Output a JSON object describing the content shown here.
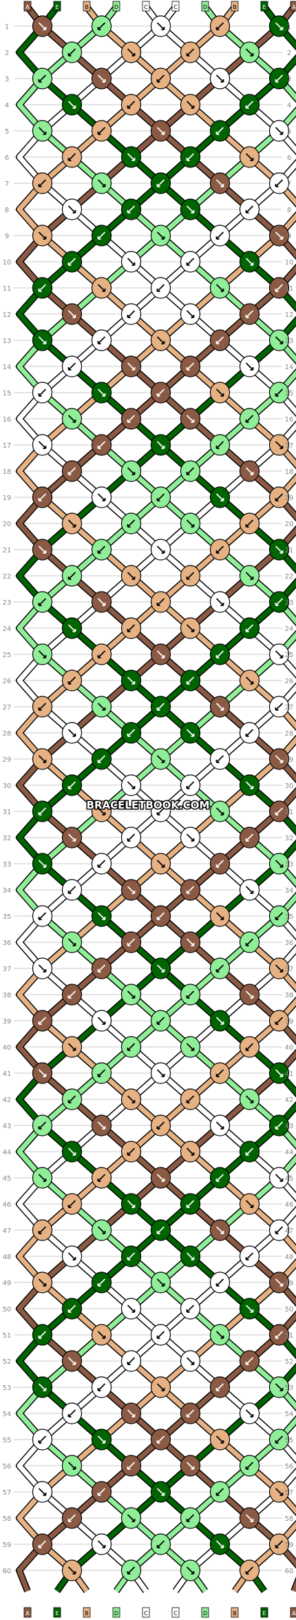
{
  "pattern": {
    "watermark": "BRACELETBOOK.COM",
    "strings_top": [
      "A",
      "E",
      "B",
      "D",
      "C",
      "C",
      "D",
      "B",
      "E",
      "A"
    ],
    "strings_bottom": [
      "A",
      "E",
      "B",
      "D",
      "C",
      "C",
      "D",
      "B",
      "E",
      "A"
    ],
    "row_labels": [
      "1",
      "2",
      "3",
      "4",
      "5",
      "6",
      "7",
      "8",
      "9",
      "10",
      "11",
      "12",
      "13",
      "14",
      "15",
      "16",
      "17",
      "18",
      "19",
      "20",
      "21",
      "22",
      "23",
      "24",
      "25",
      "26",
      "27",
      "28",
      "29",
      "30",
      "31",
      "32",
      "33",
      "34",
      "35",
      "36",
      "37",
      "38",
      "39",
      "40",
      "41",
      "42",
      "43",
      "44",
      "45",
      "46",
      "47",
      "48",
      "49",
      "50",
      "51",
      "52",
      "53",
      "54",
      "55",
      "56",
      "57",
      "58",
      "59",
      "60"
    ],
    "colors": {
      "A": "#8b5a44",
      "B": "#e6b284",
      "C": "#ffffff",
      "D": "#90ee98",
      "E": "#006400",
      "outline": "#000000",
      "grid": "#c8c8c8",
      "label": "#888888"
    }
  }
}
